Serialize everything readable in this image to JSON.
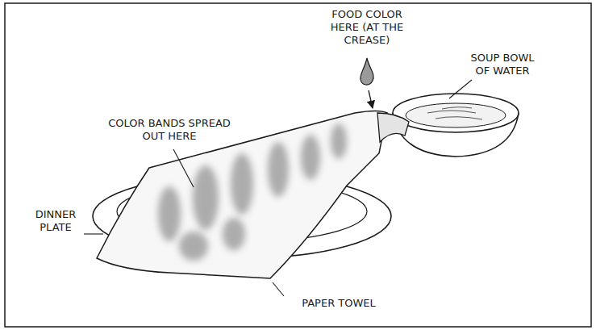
{
  "diagram": {
    "labels": [
      "FOOD COLOR HERE (AT THE CREASE)",
      "COLOR BANDS SPREAD OUT HERE",
      "SOUP BOWL OF WATER",
      "DINNER PLATE",
      "PAPER TOWEL"
    ]
  }
}
